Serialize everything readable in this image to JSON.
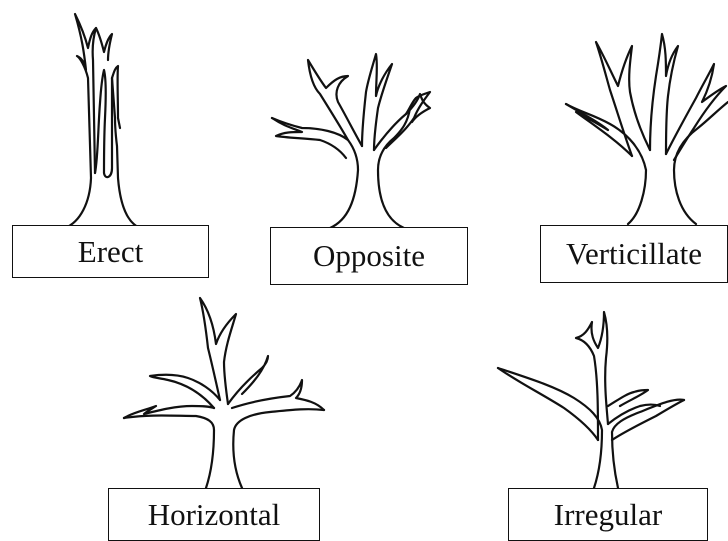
{
  "trees": [
    {
      "id": "erect",
      "label": "Erect"
    },
    {
      "id": "opposite",
      "label": "Opposite"
    },
    {
      "id": "verticillate",
      "label": "Verticillate"
    },
    {
      "id": "horizontal",
      "label": "Horizontal"
    },
    {
      "id": "irregular",
      "label": "Irregular"
    }
  ]
}
